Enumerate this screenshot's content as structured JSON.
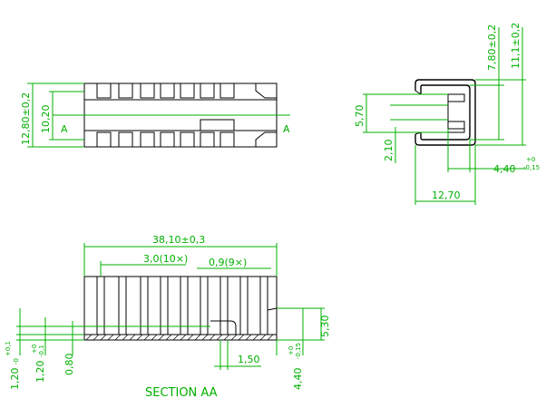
{
  "top_view": {
    "dim_height": "12,80±0,2",
    "dim_inner": "10,20",
    "section_mark_left": "A",
    "section_mark_right": "A"
  },
  "side_view": {
    "dim_top_height": "7,80±0,2",
    "dim_total_height": "11,1±0,2",
    "dim_inner": "5,70",
    "dim_lower": "2,10",
    "dim_depth_base": "4,40",
    "dim_depth_tol_upper": "+0",
    "dim_depth_tol_lower": "-0,15",
    "dim_width": "12,70"
  },
  "section_view": {
    "dim_length": "38,10±0,3",
    "dim_pitch": "3,0(10×)",
    "dim_slot": "0,9(9×)",
    "dim_height": "5,30",
    "dim_thickness_a": "1,20",
    "dim_thickness_a_tol_upper": "+0,1",
    "dim_thickness_a_tol_lower": "-0",
    "dim_thickness_b": "1,20",
    "dim_thickness_b_tol_upper": "+0",
    "dim_thickness_b_tol_lower": "-0,1",
    "dim_floor": "0,80",
    "dim_gap": "1,50",
    "dim_depth_base": "4,40",
    "dim_depth_tol_upper": "+0",
    "dim_depth_tol_lower": "-0,15",
    "caption": "SECTION AA"
  }
}
